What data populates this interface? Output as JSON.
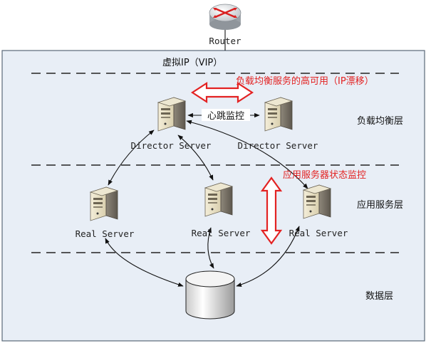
{
  "router": {
    "label": "Router"
  },
  "vip_label": "虚拟IP（VIP）",
  "ha_label": "负载均衡服务的高可用（IP漂移）",
  "heartbeat_label": "心跳监控",
  "monitor_label": "应用服务器状态监控",
  "layers": {
    "lb": "负载均衡层",
    "app": "应用服务层",
    "data": "数据层"
  },
  "servers": {
    "director_1": "Director Server",
    "director_2": "Director Server",
    "real_1": "Real Server",
    "real_2": "Real Server",
    "real_3": "Real Server"
  },
  "colors": {
    "panel_bg": "#e8eef6",
    "panel_border": "#5a6878",
    "accent_red": "#e32222"
  }
}
